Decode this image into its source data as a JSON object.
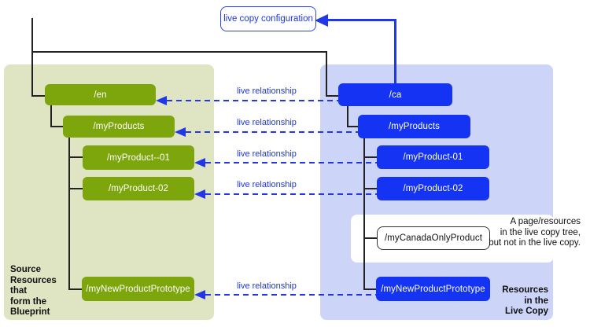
{
  "diagram_title_box": {
    "label": "live copy configuration"
  },
  "relationship_label": "live relationship",
  "blueprint": {
    "caption": "Source\nResources\nthat\nform the\nBlueprint",
    "nodes": {
      "en": "/en",
      "myProducts": "/myProducts",
      "myProduct01": "/myProduct--01",
      "myProduct02": "/myProduct-02",
      "myNewProductPrototype": "/myNewProductPrototype"
    }
  },
  "livecopy": {
    "caption": "Resources\nin the\nLive Copy",
    "annotation": "A page/resources\nin the live copy tree,\nbut not in the live copy.",
    "nodes": {
      "ca": "/ca",
      "myProducts": "/myProducts",
      "myProduct01": "/myProduct-01",
      "myProduct02": "/myProduct-02",
      "myCanadaOnlyProduct": "/myCanadaOnlyProduct",
      "myNewProductPrototype": "/myNewProductPrototype"
    }
  },
  "colors": {
    "node_green": "#7da50c",
    "node_blue": "#1433f2",
    "panel_blueprint": "#dfe4c3",
    "panel_livecopy": "#ccd5f8",
    "accent_blue": "#2137e8",
    "line_black": "#222222"
  }
}
